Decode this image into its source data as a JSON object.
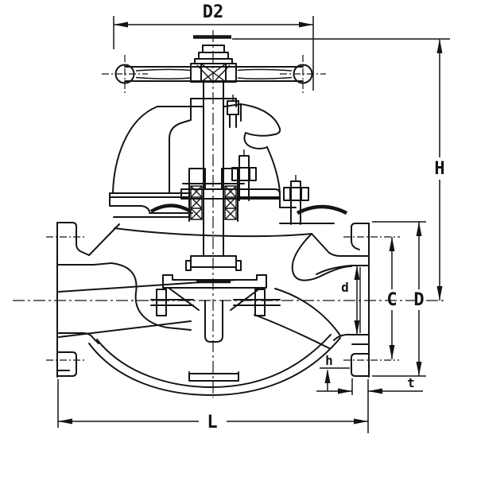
{
  "drawing": {
    "background": "#ffffff",
    "line_color": "#141414",
    "labels": {
      "handwheel_diameter": "D2",
      "overall_height": "H",
      "port_diameter": "d",
      "bolt_circle_diameter": "C",
      "flange_outer_diameter": "D",
      "bolt_hole": "h",
      "flange_thickness": "t",
      "face_to_face_length": "L"
    }
  }
}
